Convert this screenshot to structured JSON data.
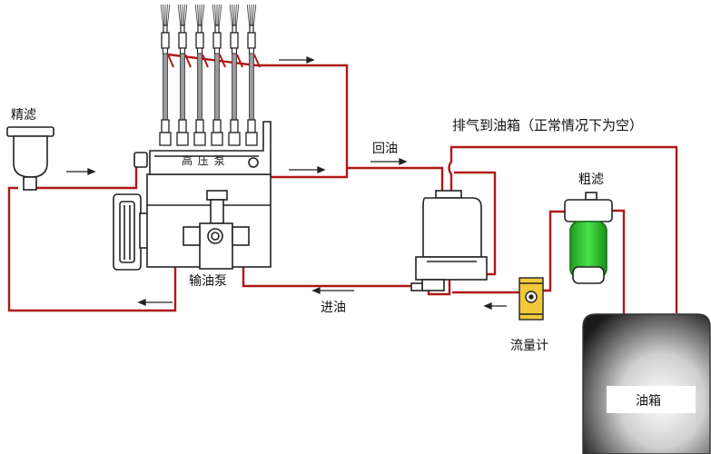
{
  "labels": {
    "fine_filter": "精滤",
    "hp_pump": "高 压 泵",
    "feed_pump": "输油泵",
    "return_oil": "回油",
    "inlet_oil": "进油",
    "vent_to_tank": "排气到油箱（正常情况下为空）",
    "coarse_filter": "粗滤",
    "flow_meter": "流量计",
    "fuel_tank": "油箱"
  },
  "colors": {
    "fuel_line": "#b01818",
    "outline": "#222222",
    "coarse_filter_bowl": "#2ec42e",
    "injector_pipe": "#9a9a9a"
  },
  "injector_count": 6
}
